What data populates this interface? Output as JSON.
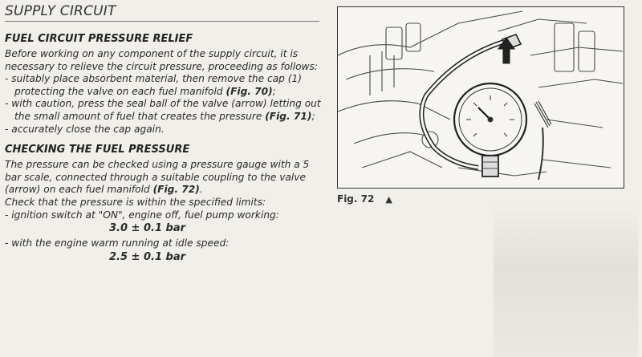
{
  "section_title": "SUPPLY CIRCUIT",
  "relief": {
    "heading": "FUEL CIRCUIT PRESSURE RELIEF",
    "intro": "Before working on any component of the supply circuit, it is necessary to relieve the circuit pressure, proceeding as follows:",
    "steps": [
      {
        "text": "- suitably place absorbent material, then remove the cap (1) protecting the valve on each fuel manifold ",
        "ref": "(Fig. 70)",
        "tail": ";"
      },
      {
        "text": "- with caution, press the seal ball of the valve (arrow) letting out the small amount of fuel that creates the pressure ",
        "ref": "(Fig. 71)",
        "tail": ";"
      },
      {
        "text": "- accurately close the cap again.",
        "ref": "",
        "tail": ""
      }
    ]
  },
  "checking": {
    "heading": "CHECKING THE FUEL PRESSURE",
    "intro_text": "The pressure can be checked using a pressure gauge with a 5 bar scale, connected through a suitable coupling to the valve (arrow) on each fuel manifold ",
    "intro_ref": "(Fig. 72)",
    "intro_tail": ".",
    "limits_text": "Check that the pressure is within the specified limits:",
    "cond1": "- ignition switch at \"ON\", engine off, fuel pump working:",
    "value1": "3.0 ± 0.1 bar",
    "cond2": "- with the engine warm running at idle speed:",
    "value2": "2.5 ± 0.1 bar"
  },
  "figure": {
    "caption": "Fig. 72",
    "caption_symbol": "▲"
  }
}
